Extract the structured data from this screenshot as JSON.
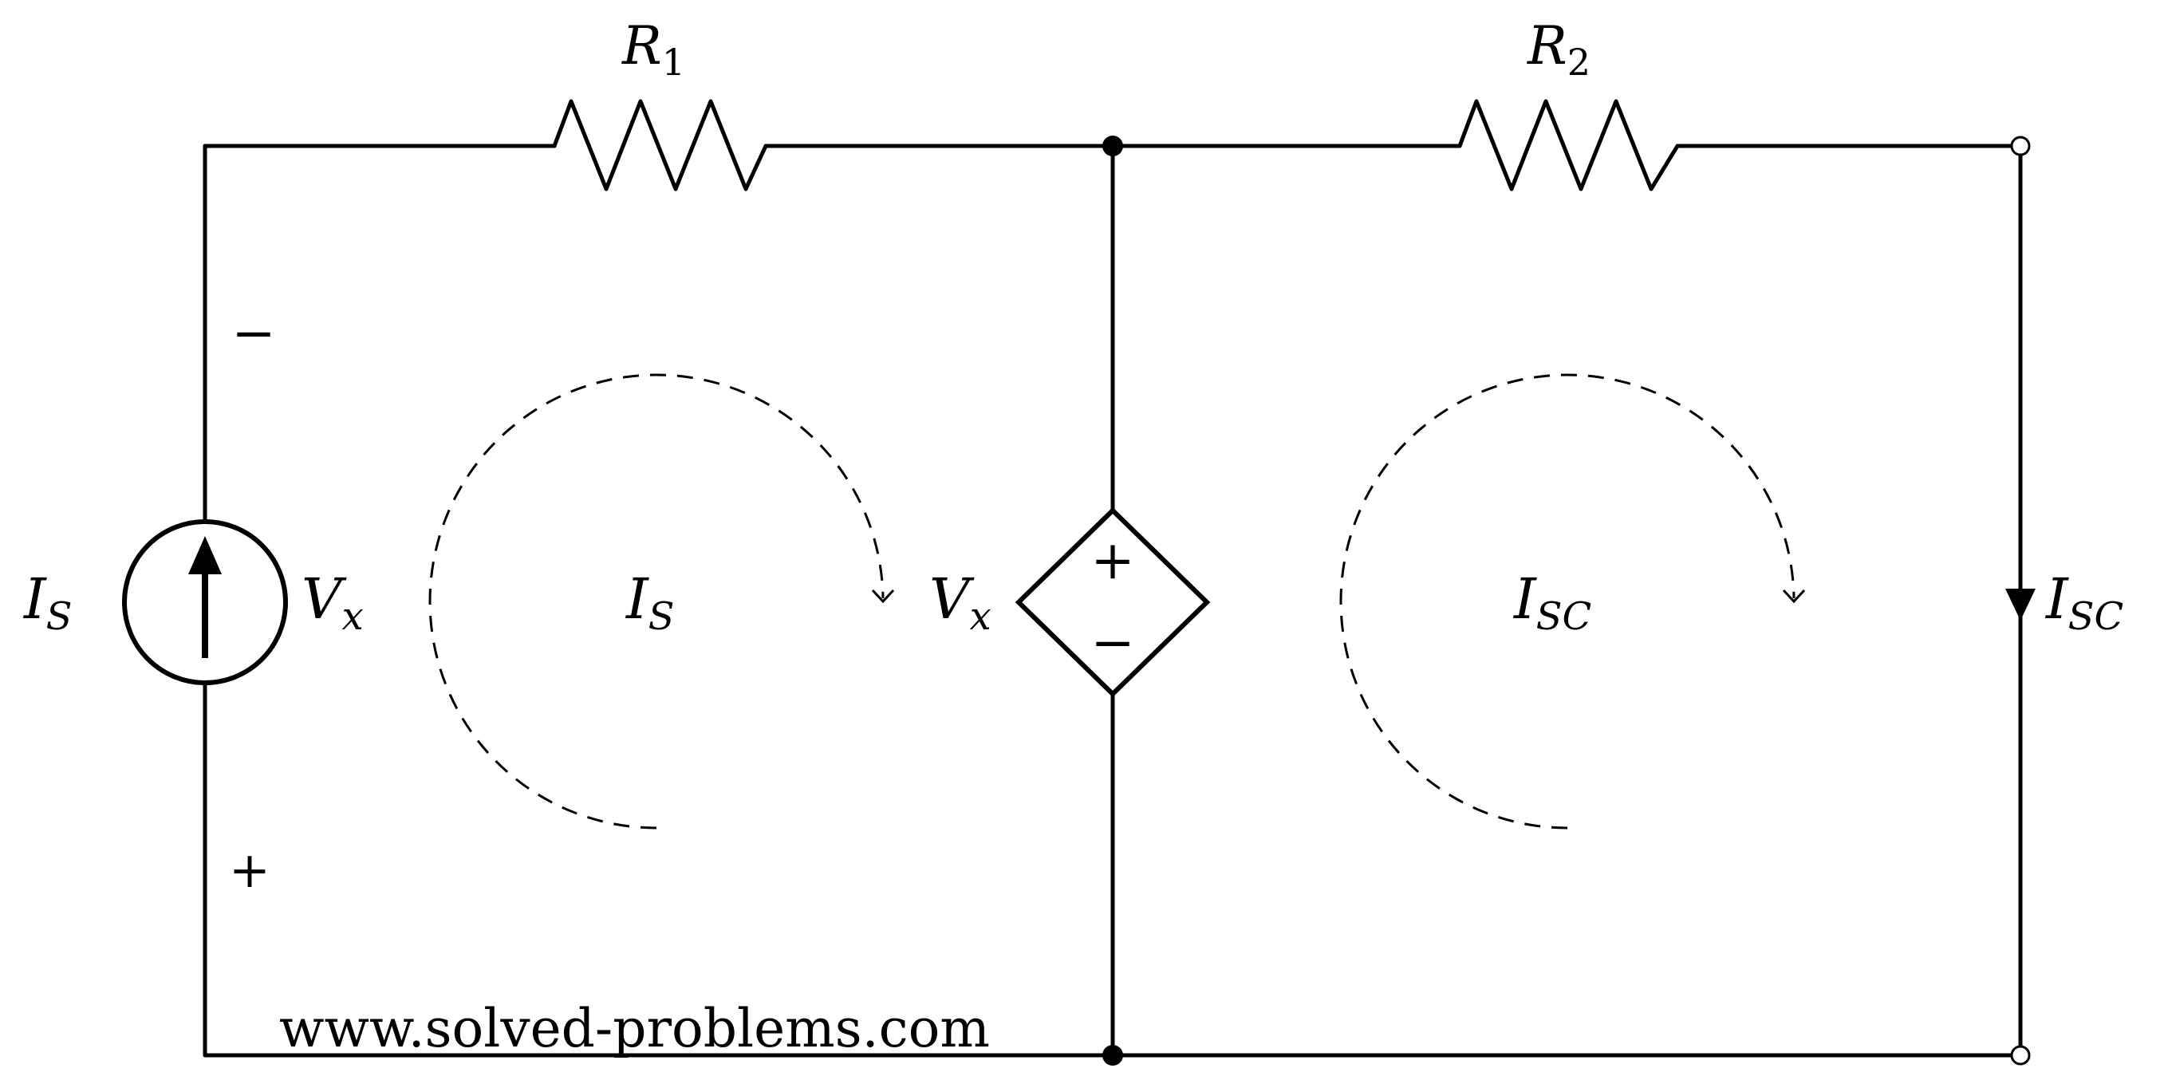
{
  "diagram": {
    "components": {
      "r1": {
        "name": "R",
        "sub": "1"
      },
      "r2": {
        "name": "R",
        "sub": "2"
      },
      "current_source": {
        "name": "I",
        "sub": "S",
        "voltage_name": "V",
        "voltage_sub": "x",
        "plus": "+",
        "minus": "−"
      },
      "dependent_source": {
        "name": "V",
        "sub": "x",
        "plus": "+",
        "minus": "−"
      },
      "short_circuit": {
        "name": "I",
        "sub": "SC"
      }
    },
    "mesh_currents": [
      {
        "name": "I",
        "sub": "S"
      },
      {
        "name": "I",
        "sub": "SC"
      }
    ],
    "watermark": "www.solved-problems.com"
  }
}
